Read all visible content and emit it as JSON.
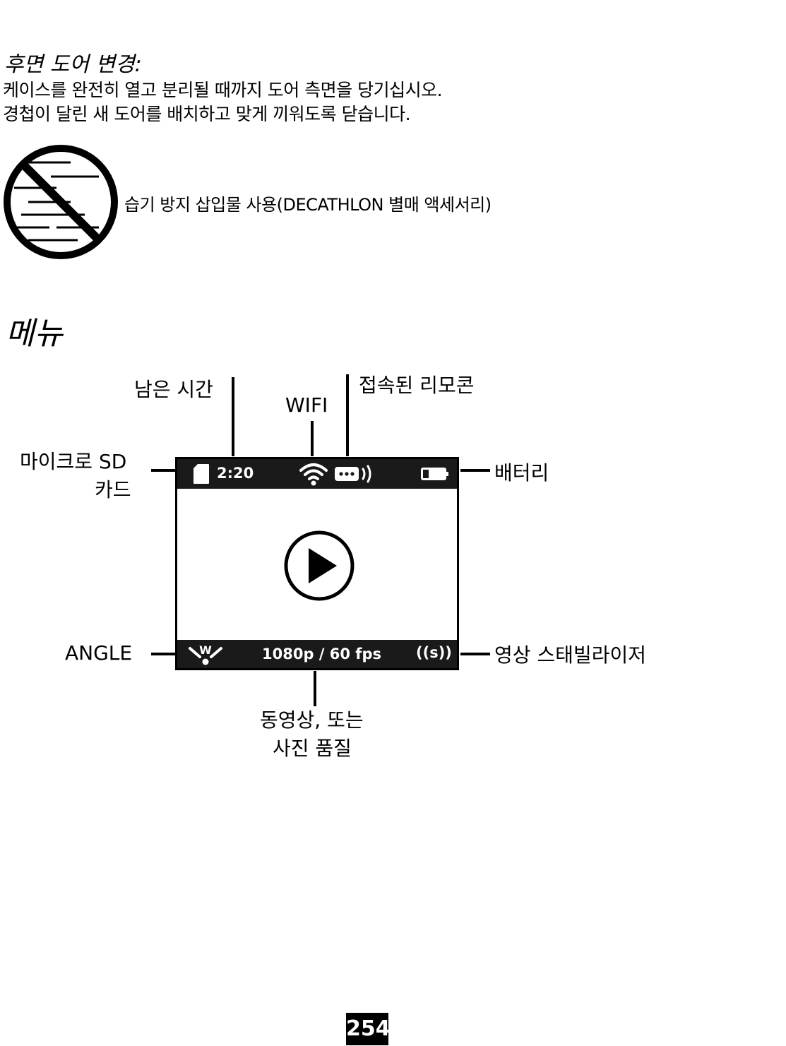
{
  "door": {
    "title": "후면 도어 변경:",
    "line1": "케이스를 완전히 열고 분리될 때까지 도어 측면을 당기십시오.",
    "line2": "경첩이 달린 새 도어를 배치하고 맞게 끼워도록 닫습니다.",
    "no_insert_text": "습기 방지 삽입물 사용(DECATHLON 별매 액세서리)"
  },
  "menu": {
    "title": "메뉴",
    "labels": {
      "time_remaining": "남은 시간",
      "wifi": "WIFI",
      "remote": "접속된 리모콘",
      "microsd_line1": "마이크로 SD",
      "microsd_line2": "카드",
      "battery": "배터리",
      "angle": "ANGLE",
      "stabilizer": "영상 스태빌라이저",
      "quality_line1": "동영상, 또는",
      "quality_line2": "사진 품질"
    },
    "screen": {
      "time": "2:20",
      "quality": "1080p / 60 fps",
      "stabilizer": "((s))",
      "angle_letter": "W",
      "icons": [
        "sd-card-icon",
        "wifi-icon",
        "remote-icon",
        "battery-icon",
        "play-icon",
        "angle-icon"
      ]
    }
  },
  "page_number": "254",
  "colors": {
    "bar": "#1a1a1a",
    "text": "#000000",
    "background": "#ffffff"
  }
}
